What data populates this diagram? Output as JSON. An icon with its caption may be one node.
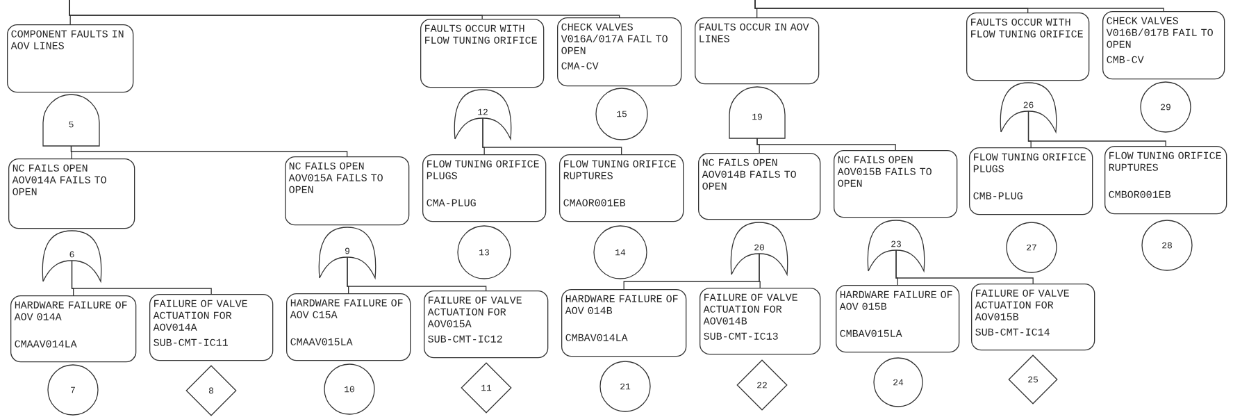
{
  "diagram": {
    "nodes": [
      {
        "text": [
          "COMPONENT FAULTS IN AOV LINES"
        ]
      },
      {
        "text": [
          "FAULTS OCCUR WITH FLOW TUNING ORIFICE"
        ]
      },
      {
        "text": [
          "CHECK VALVES V016A/017A FAIL TO OPEN",
          "CMA-CV"
        ]
      },
      {
        "text": [
          "FAULTS OCCUR IN AOV LINES"
        ]
      },
      {
        "text": [
          "FAULTS OCCUR WITH FLOW TUNING ORIFICE"
        ]
      },
      {
        "text": [
          "CHECK VALVES V016B/017B FAIL TO OPEN",
          "CMB-CV"
        ]
      },
      {
        "text": [
          "5"
        ]
      },
      {
        "text": [
          "12"
        ]
      },
      {
        "text": [
          "15"
        ]
      },
      {
        "text": [
          "19"
        ]
      },
      {
        "text": [
          "26"
        ]
      },
      {
        "text": [
          "29"
        ]
      },
      {
        "text": [
          "NC FAILS OPEN AOV014A FAILS TO OPEN"
        ]
      },
      {
        "text": [
          "NC FAILS OPEN AOV015A FAILS TO OPEN"
        ]
      },
      {
        "text": [
          "FLOW TUNING ORIFICE PLUGS",
          "CMA-PLUG"
        ]
      },
      {
        "text": [
          "FLOW TUNING ORIFICE RUPTURES",
          "CMAOR001EB"
        ]
      },
      {
        "text": [
          "NC FAILS OPEN AOV014B FAILS TO OPEN"
        ]
      },
      {
        "text": [
          "NC FAILS OPEN AOV015B FAILS TO OPEN"
        ]
      },
      {
        "text": [
          "FLOW TUNING ORIFICE PLUGS",
          "CMB-PLUG"
        ]
      },
      {
        "text": [
          "FLOW TUNING ORIFICE RUPTURES",
          "CMBOR001EB"
        ]
      },
      {
        "text": [
          "6"
        ]
      },
      {
        "text": [
          "9"
        ]
      },
      {
        "text": [
          "13"
        ]
      },
      {
        "text": [
          "14"
        ]
      },
      {
        "text": [
          "20"
        ]
      },
      {
        "text": [
          "23"
        ]
      },
      {
        "text": [
          "27"
        ]
      },
      {
        "text": [
          "28"
        ]
      },
      {
        "text": [
          "HARDWARE FAILURE OF AOV 014A",
          "CMAAV014LA"
        ]
      },
      {
        "text": [
          "FAILURE OF VALVE ACTUATION FOR AOV014A",
          "SUB-CMT-IC11"
        ]
      },
      {
        "text": [
          "HARDWARE FAILURE OF AOV C15A",
          "CMAAV015LA"
        ]
      },
      {
        "text": [
          "FAILURE OF VALVE ACTUATION FOR AOV015A",
          "SUB-CMT-IC12"
        ]
      },
      {
        "text": [
          "HARDWARE FAILURE OF AOV 014B",
          "CMBAV014LA"
        ]
      },
      {
        "text": [
          "FAILURE OF VALVE ACTUATION FOR AOV014B",
          "SUB-CMT-IC13"
        ]
      },
      {
        "text": [
          "HARDWARE FAILURE OF AOV 015B",
          "CMBAV015LA"
        ]
      },
      {
        "text": [
          "FAILURE OF VALVE ACTUATION FOR AOV015B",
          "SUB-CMT-IC14"
        ]
      },
      {
        "text": [
          "7"
        ]
      },
      {
        "text": [
          "8"
        ]
      },
      {
        "text": [
          "10"
        ]
      },
      {
        "text": [
          "11"
        ]
      },
      {
        "text": [
          "21"
        ]
      },
      {
        "text": [
          "22"
        ]
      },
      {
        "text": [
          "24"
        ]
      },
      {
        "text": [
          "25"
        ]
      }
    ],
    "edges": [
      {
        "from": null,
        "to": 0,
        "arrow": "none"
      },
      {
        "from": null,
        "to": 1,
        "arrow": "none"
      },
      {
        "from": null,
        "to": 2,
        "arrow": "none"
      },
      {
        "from": null,
        "to": 3,
        "arrow": "none"
      },
      {
        "from": null,
        "to": 4,
        "arrow": "none"
      },
      {
        "from": null,
        "to": 5,
        "arrow": "none"
      },
      {
        "from": 6,
        "to": 12,
        "arrow": "none"
      },
      {
        "from": 6,
        "to": 13,
        "arrow": "none"
      },
      {
        "from": 7,
        "to": 14,
        "arrow": "none"
      },
      {
        "from": 7,
        "to": 15,
        "arrow": "none"
      },
      {
        "from": 9,
        "to": 16,
        "arrow": "none"
      },
      {
        "from": 9,
        "to": 17,
        "arrow": "none"
      },
      {
        "from": 10,
        "to": 18,
        "arrow": "none"
      },
      {
        "from": 10,
        "to": 19,
        "arrow": "none"
      },
      {
        "from": 20,
        "to": 28,
        "arrow": "none"
      },
      {
        "from": 20,
        "to": 29,
        "arrow": "none"
      },
      {
        "from": 21,
        "to": 30,
        "arrow": "none"
      },
      {
        "from": 21,
        "to": 31,
        "arrow": "none"
      },
      {
        "from": 24,
        "to": 32,
        "arrow": "none"
      },
      {
        "from": 24,
        "to": 33,
        "arrow": "none"
      },
      {
        "from": 25,
        "to": 34,
        "arrow": "none"
      },
      {
        "from": 25,
        "to": 35,
        "arrow": "none"
      }
    ]
  }
}
